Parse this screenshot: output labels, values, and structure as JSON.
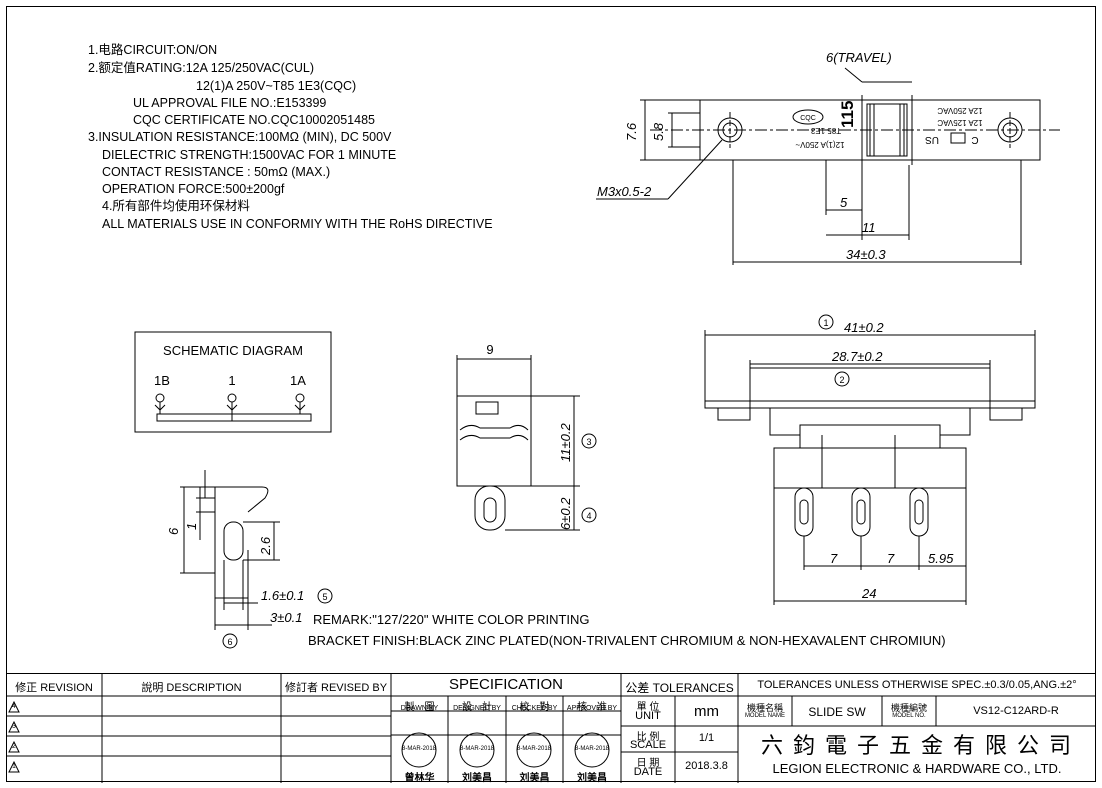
{
  "notes": {
    "line1": "1.电路CIRCUIT:ON/ON",
    "line2": "2.额定值RATING:12A 125/250VAC(CUL)",
    "line3": "12(1)A 250V~T85 1E3(CQC)",
    "line4": "UL APPROVAL FILE NO.:E153399",
    "line5": "CQC CERTIFICATE NO.CQC10002051485",
    "line6": "3.INSULATION RESISTANCE:100MΩ  (MIN), DC 500V",
    "line7": "DIELECTRIC STRENGTH:1500VAC FOR 1 MINUTE",
    "line8": "CONTACT RESISTANCE : 50mΩ  (MAX.)",
    "line9": "OPERATION FORCE:500±200gf",
    "line10": "4.所有部件均使用环保材料",
    "line11": "ALL MATERIALS USE IN CONFORMIY  WITH  THE RoHS DIRECTIVE"
  },
  "top_view": {
    "travel": "6(TRAVEL)",
    "dim_height": "7.6",
    "dim_inner_height": "5.8",
    "thread": "M3x0.5-2",
    "dim_5": "5",
    "dim_11": "11",
    "dim_length": "34±0.3",
    "print_115": "115",
    "print_cqc": "CQC",
    "print_t85": "T85 1E3",
    "print_rating1": "12(1)A 250V~",
    "print_ul1": "12A 250VAC",
    "print_ul2": "12A 125VAC",
    "print_cus": "C",
    "print_us": "US"
  },
  "schematic": {
    "title": "SCHEMATIC DIAGRAM",
    "pin1": "1B",
    "pin2": "1",
    "pin3": "1A"
  },
  "side_view": {
    "dim_9": "9",
    "dim_11": "11±0.2",
    "dim_6": "6±0.2",
    "callout3": "3",
    "callout4": "4"
  },
  "front_view": {
    "callout1": "1",
    "dim_41": "41±0.2",
    "dim_28": "28.7±0.2",
    "callout2": "2",
    "dim_7a": "7",
    "dim_7b": "7",
    "dim_595": "5.95",
    "dim_24": "24"
  },
  "terminal_detail": {
    "dim_6": "6",
    "dim_1": "1",
    "dim_26": "2.6",
    "dim_16": "1.6±0.1",
    "callout5": "5",
    "dim_3": "3±0.1",
    "callout6": "6"
  },
  "remarks": {
    "remark": "REMARK:\"127/220\" WHITE COLOR PRINTING",
    "bracket": "BRACKET FINISH:BLACK ZINC PLATED(NON-TRIVALENT CHROMIUM & NON-HEXAVALENT CHROMIUN)"
  },
  "title_block": {
    "revision": "修正 REVISION",
    "description": "說明 DESCRIPTION",
    "revised_by": "修訂者 REVISED BY",
    "specification": "SPECIFICATION",
    "tolerances": "公差 TOLERANCES",
    "tolerance_text": "TOLERANCES UNLESS OTHERWISE SPEC.±0.3/0.05,ANG.±2°",
    "rev_marks": [
      "4",
      "3",
      "2",
      "1"
    ],
    "drawn_by": "製　圖",
    "drawn_by_en": "DRAWN BY",
    "designed_by": "設　計",
    "designed_by_en": "DESIGNED BY",
    "checked_by": "校　對",
    "checked_by_en": "CHECKED BY",
    "approved_by": "核　准",
    "approved_by_en": "APPROVED BY",
    "unit_label": "單 位",
    "unit_en": "UNIT",
    "unit_value": "mm",
    "scale_label": "比 例",
    "scale_en": "SCALE",
    "scale_value": "1/1",
    "date_label": "日 期",
    "date_en": "DATE",
    "date_value": "2018.3.8",
    "model_name_label": "機種名稱",
    "model_name_en": "MODEL NAME",
    "model_name_value": "SLIDE SW",
    "model_no_label": "機種編號",
    "model_no_en": "MODEL NO.",
    "model_no_value": "VS12-C12ARD-R",
    "company_cn": "六鈞電子五金有限公司",
    "company_en": "LEGION ELECTRONIC & HARDWARE CO., LTD.",
    "stamp_date": "8-MAR-2018",
    "sign1": "曾林华",
    "sign2": "刘美昌",
    "sign3": "刘美昌",
    "sign4": "刘美昌"
  }
}
